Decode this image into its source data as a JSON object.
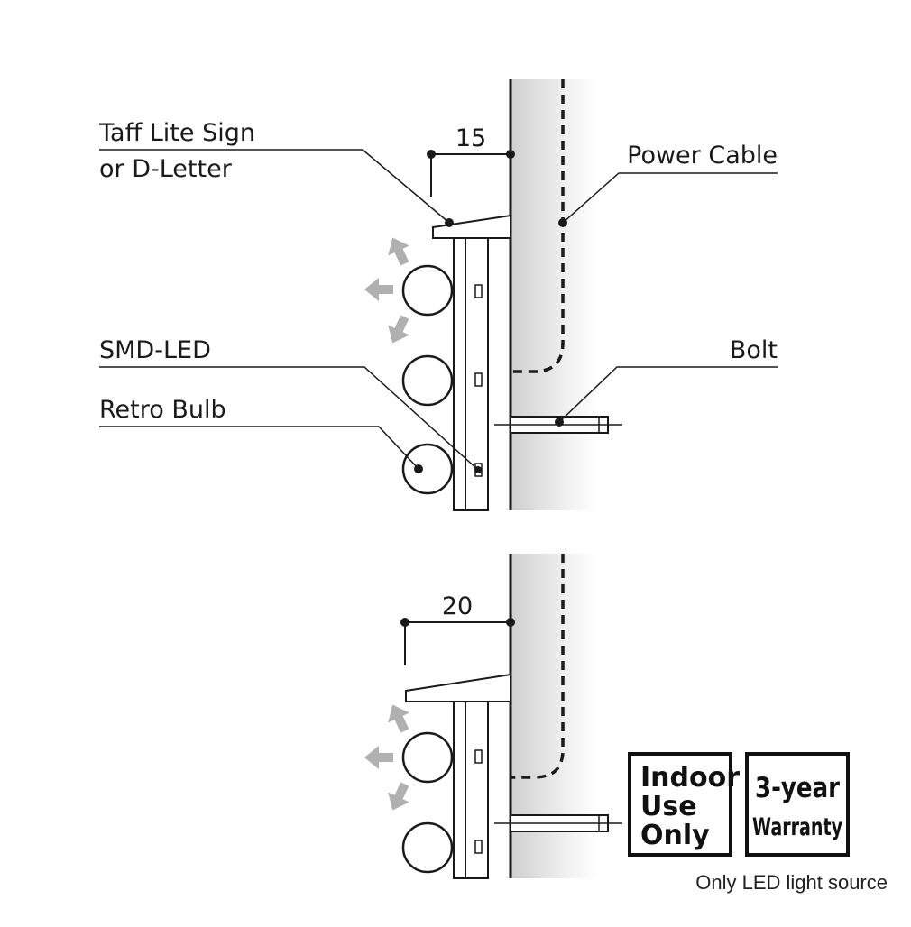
{
  "colors": {
    "line": "#1a1a1a",
    "arrow": "#b0b0b0",
    "wall_shade": "#d8d8d8",
    "background": "#ffffff"
  },
  "labels": {
    "sign_line1": "Taff Lite Sign",
    "sign_line2": "or D-Letter",
    "power_cable": "Power Cable",
    "smd_led": "SMD-LED",
    "bolt": "Bolt",
    "retro_bulb": "Retro Bulb"
  },
  "dimensions": {
    "top": "15",
    "bottom": "20"
  },
  "badges": {
    "indoor": [
      "Indoor",
      "Use",
      "Only"
    ],
    "warranty": [
      "3-year",
      "Warranty"
    ]
  },
  "footnote": "Only LED light source"
}
